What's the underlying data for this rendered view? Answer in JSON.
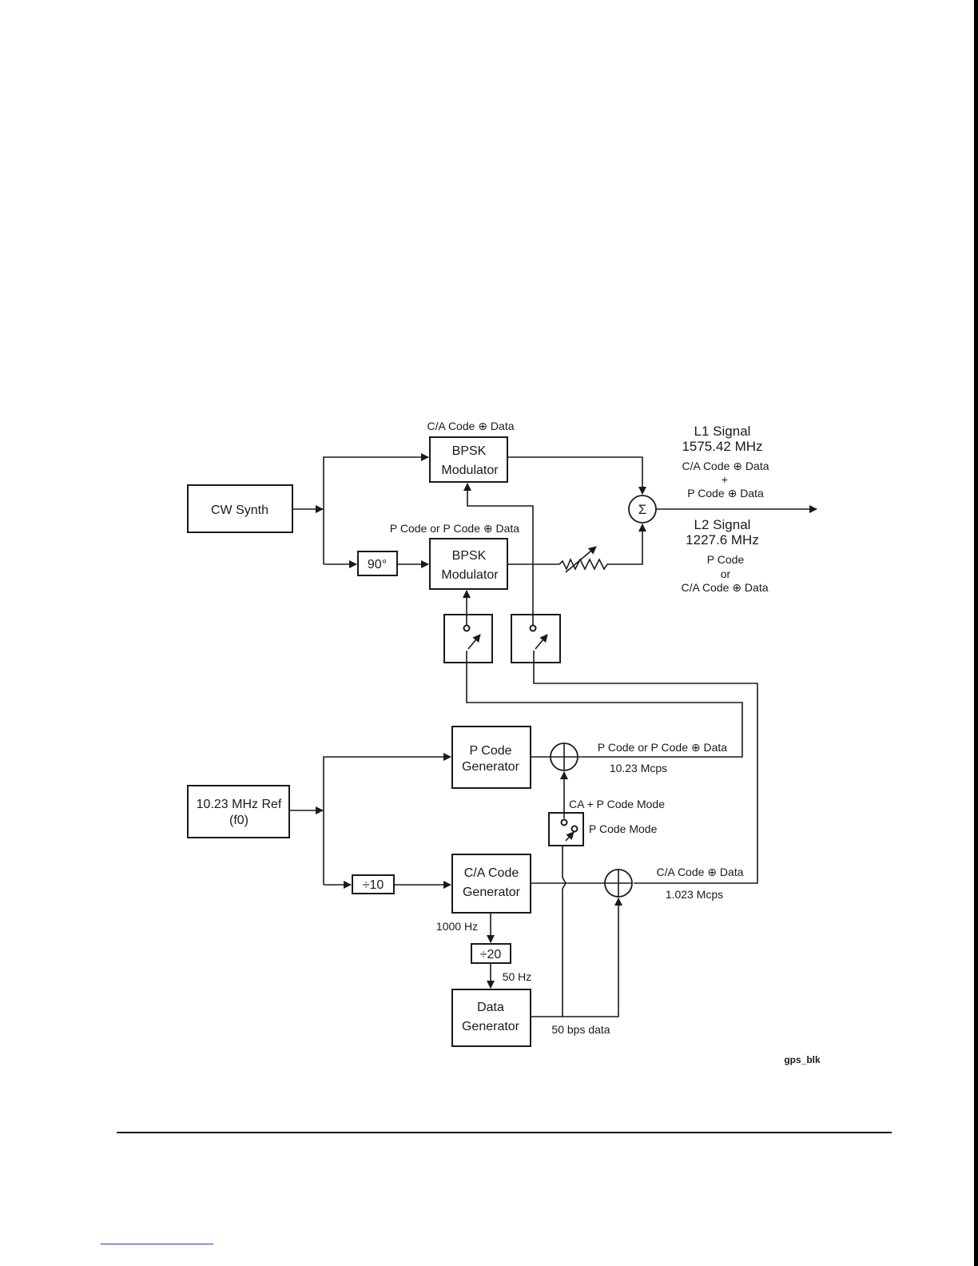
{
  "diagram": {
    "id_label": "gps_blk",
    "cw_synth": "CW Synth",
    "phase_shift": "90°",
    "bpsk_top": {
      "line1": "BPSK",
      "line2": "Modulator",
      "input_label": "C/A Code ⊕ Data"
    },
    "bpsk_bottom": {
      "line1": "BPSK",
      "line2": "Modulator",
      "input_label": "P Code or P Code ⊕ Data"
    },
    "summer": "Σ",
    "l1": {
      "title": "L1 Signal",
      "freq": "1575.42 MHz",
      "line1": "C/A Code ⊕ Data",
      "plus": "+",
      "line2": "P Code ⊕ Data"
    },
    "l2": {
      "title": "L2 Signal",
      "freq": "1227.6 MHz",
      "line1": "P Code",
      "or": "or",
      "line2": "C/A Code ⊕ Data"
    },
    "ref": {
      "line1": "10.23 MHz Ref",
      "line2": "(f0)"
    },
    "pcode_gen": {
      "line1": "P Code",
      "line2": "Generator"
    },
    "pcode_out": "P Code or P Code ⊕ Data",
    "pcode_rate": "10.23 Mcps",
    "mode_ca_p": "CA + P Code Mode",
    "mode_p": "P Code Mode",
    "div10": "÷10",
    "ca_gen": {
      "line1": "C/A Code",
      "line2": "Generator"
    },
    "ca_out": "C/A Code ⊕ Data",
    "ca_rate": "1.023 Mcps",
    "hz1000": "1000 Hz",
    "div20": "÷20",
    "hz50": "50 Hz",
    "data_gen": {
      "line1": "Data",
      "line2": "Generator"
    },
    "bps": "50 bps data"
  }
}
